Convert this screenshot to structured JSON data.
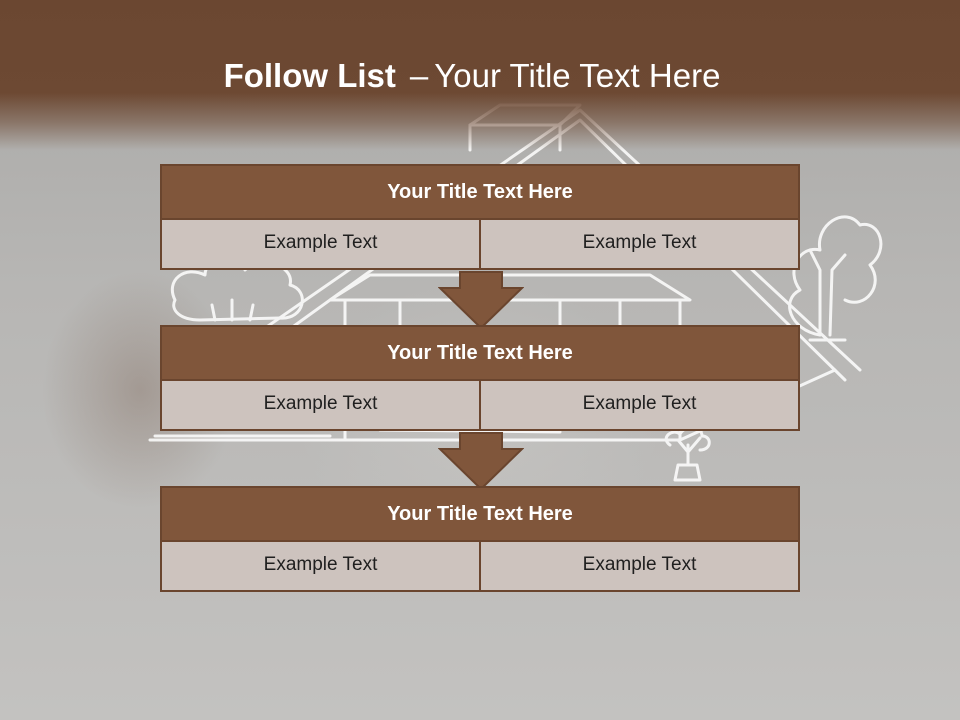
{
  "slide": {
    "title_bold": "Follow List",
    "title_dash": "–",
    "title_rest": "Your Title Text Here"
  },
  "steps": [
    {
      "title": "Your Title Text Here",
      "left": "Example Text",
      "right": "Example Text"
    },
    {
      "title": "Your Title Text Here",
      "left": "Example Text",
      "right": "Example Text"
    },
    {
      "title": "Your Title Text Here",
      "left": "Example Text",
      "right": "Example Text"
    }
  ],
  "colors": {
    "header_band": "#6b4731",
    "block_title_fill": "#80563b",
    "block_border": "#6a452e",
    "cell_fill": "#cdc3be",
    "arrow_fill": "#80563b"
  },
  "icons": {
    "connector": "down-arrow-icon",
    "background": "house-sketch-illustration"
  }
}
